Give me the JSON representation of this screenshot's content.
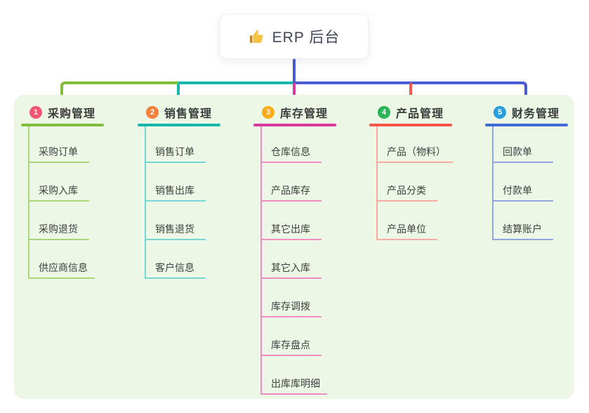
{
  "root": {
    "title": "ERP 后台",
    "icon": "thumbs-up"
  },
  "colors": {
    "page_bg": "#ffffff",
    "panel_bg": "#ecf7e6",
    "connector_blue": "#4a5cd3",
    "root_text": "#3d4656",
    "heading_text": "#3c3c3c",
    "child_text": "#3f3f3f"
  },
  "branches": [
    {
      "badge": "1",
      "label": "采购管理",
      "accent": "#82bd3e",
      "light": "#a9d678",
      "badge_bg": "#f25672",
      "children": [
        "采购订单",
        "采购入库",
        "采购退货",
        "供应商信息"
      ]
    },
    {
      "badge": "2",
      "label": "销售管理",
      "accent": "#17b8ab",
      "light": "#77d7d0",
      "badge_bg": "#f6813c",
      "children": [
        "销售订单",
        "销售出库",
        "销售退货",
        "客户信息"
      ]
    },
    {
      "badge": "3",
      "label": "库存管理",
      "accent": "#da3a9d",
      "light": "#f18cc5",
      "badge_bg": "#fbad19",
      "children": [
        "仓库信息",
        "产品库存",
        "其它出库",
        "其它入库",
        "库存调拨",
        "库存盘点",
        "出库库明细"
      ]
    },
    {
      "badge": "4",
      "label": "产品管理",
      "accent": "#f4564a",
      "light": "#f8ab9f",
      "badge_bg": "#2cb45b",
      "children": [
        "产品（物料）",
        "产品分类",
        "产品单位"
      ]
    },
    {
      "badge": "5",
      "label": "财务管理",
      "accent": "#3f6ad8",
      "light": "#8ea6e2",
      "badge_bg": "#2a9dde",
      "children": [
        "回款单",
        "付款单",
        "结算账户"
      ]
    }
  ]
}
